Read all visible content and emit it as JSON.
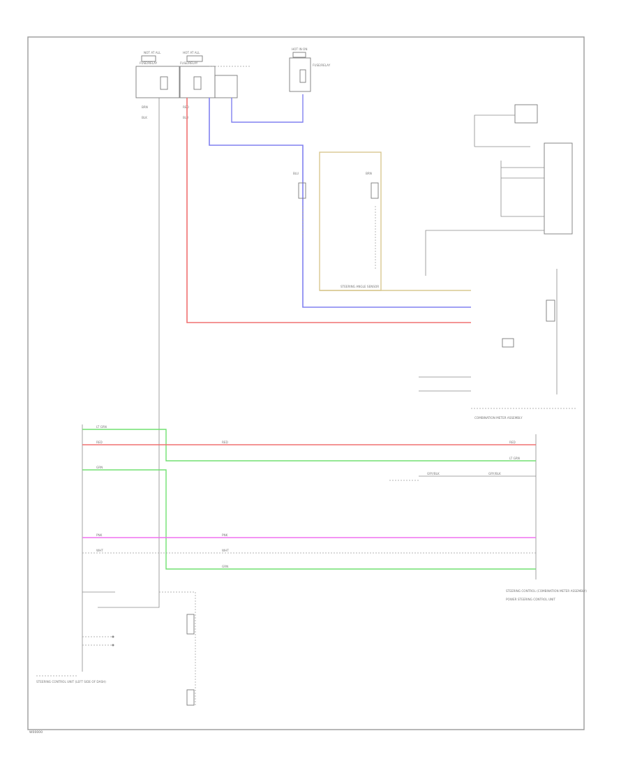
{
  "figure_code": "W00000",
  "fuses": {
    "left": {
      "label_top": "NOT AT ALL",
      "label": "FUSE/RELAY",
      "wire1": "BRN",
      "wire2": "BLK"
    },
    "mid": {
      "label_top": "HOT AT ALL",
      "label": "FUSE/RELAY",
      "wire1": "RED",
      "wire2": "BLU"
    },
    "right": {
      "label_top": "HOT IN ON",
      "label": "FUSE/RELAY"
    }
  },
  "inline_module": {
    "caption": "STEERING ANGLE SENSOR",
    "left_label": "BLU",
    "right_label": "BRN"
  },
  "right_connector": {
    "caption": "POWER STEERING CONTROL UNIT"
  },
  "meter": {
    "caption": "COMBINATION METER ASSEMBLY"
  },
  "ecu_left": {
    "caption": "STEERING CONTROL UNIT (LEFT SIDE OF DASH)"
  },
  "ecu_right": {
    "caption": "STEERING CONTROL (COMBINATION METER ASSEMBLY)"
  },
  "wire_labels": {
    "ltgrn": "LT GRN",
    "red": "RED",
    "pink": "PNK",
    "wht": "WHT",
    "grn": "GRN",
    "gry_blk": "GRY/BLK"
  },
  "colors": {
    "red_wire": "#f07070",
    "blue_wire": "#8080f0",
    "green_wire": "#70e070",
    "pink_wire": "#f070f0",
    "tan_box": "#d8c890",
    "frame": "#9a9a9a"
  }
}
